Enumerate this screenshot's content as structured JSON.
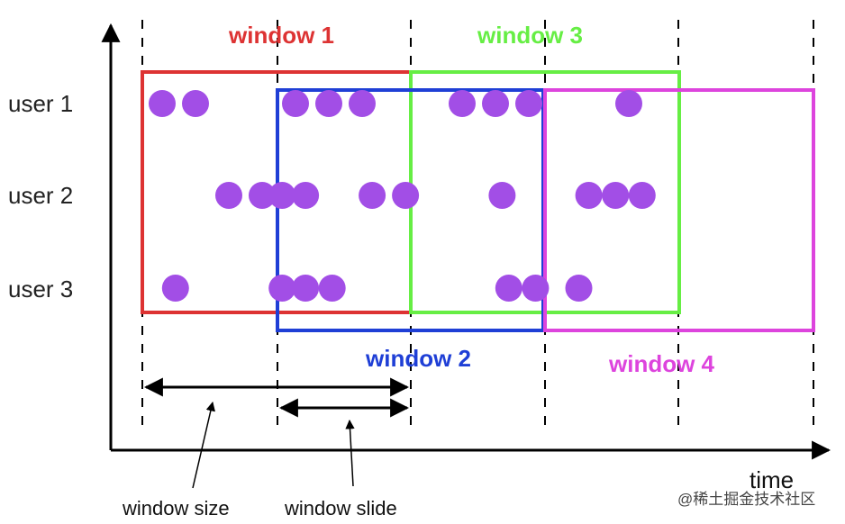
{
  "windows": [
    {
      "label": "window 1",
      "color": "#dd3333"
    },
    {
      "label": "window 2",
      "color": "#1f3fd6"
    },
    {
      "label": "window 3",
      "color": "#66ee44"
    },
    {
      "label": "window 4",
      "color": "#dd44dd"
    }
  ],
  "users": [
    "user 1",
    "user 2",
    "user 3"
  ],
  "event_color": "#a24ee6",
  "events": {
    "user_1": [
      1,
      2,
      5,
      6,
      7,
      10,
      11,
      12,
      15
    ],
    "user_2": [
      3,
      4,
      4.6,
      5.3,
      7.3,
      8.3,
      11.2,
      13.8,
      14.6,
      15.4
    ],
    "user_3": [
      1.4,
      4.6,
      5.3,
      6.1,
      11.4,
      12.2,
      13.5
    ]
  },
  "annotations": {
    "window_size": "window size",
    "window_slide": "window slide"
  },
  "axis": {
    "x_label": "time"
  },
  "watermark": "@稀土掘金技术社区"
}
